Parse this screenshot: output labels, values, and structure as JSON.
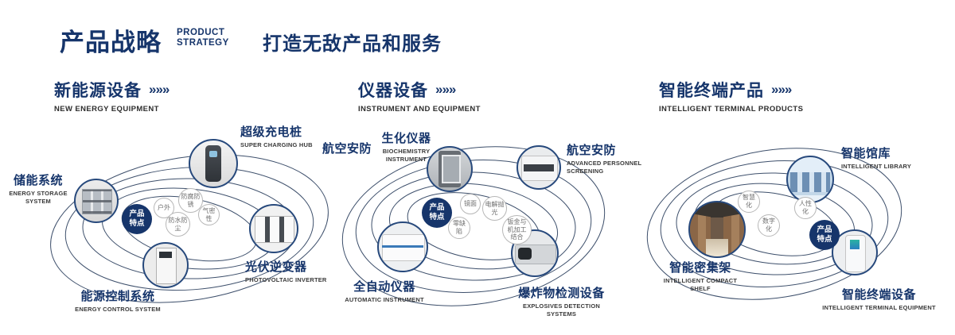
{
  "header": {
    "title": "产品战略",
    "subtitle": [
      "PRODUCT",
      "STRATEGY"
    ],
    "tagline": "打造无敌产品和服务"
  },
  "arrow": "»»»",
  "feature_label": "产品特点",
  "colors": {
    "navy": "#16356b",
    "white": "#ffffff"
  },
  "sections": [
    {
      "title": "新能源设备",
      "subtitle": "NEW ENERGY EQUIPMENT",
      "products": [
        {
          "zh": "储能系统",
          "en": "ENERGY STORAGE SYSTEM"
        },
        {
          "zh": "超级充电桩",
          "en": "SUPER CHARGING HUB"
        },
        {
          "zh": "光伏逆变器",
          "en": "PHOTOVOLTAIC INVERTER"
        },
        {
          "zh": "能源控制系统",
          "en": "ENERGY CONTROL SYSTEM"
        }
      ],
      "features": [
        "户外",
        "防腐防锈",
        "防水防尘",
        "气密性"
      ]
    },
    {
      "title": "仪器设备",
      "subtitle": "INSTRUMENT AND EQUIPMENT",
      "extra_label": "航空安防",
      "products": [
        {
          "zh": "生化仪器",
          "en": "BIOCHEMISTRY INSTRUMENT"
        },
        {
          "zh": "航空安防",
          "en": "ADVANCED PERSONNEL SCREENING"
        },
        {
          "zh": "全自动仪器",
          "en": "AUTOMATIC INSTRUMENT"
        },
        {
          "zh": "爆炸物检测设备",
          "en": "EXPLOSIVES DETECTION SYSTEMS"
        }
      ],
      "features": [
        "镜面",
        "电解抛光",
        "零缺陷",
        "钣金与机加工结合"
      ]
    },
    {
      "title": "智能终端产品",
      "subtitle": "INTELLIGENT TERMINAL PRODUCTS",
      "products": [
        {
          "zh": "智能馆库",
          "en": "INTELLIGENT LIBRARY"
        },
        {
          "zh": "智能密集架",
          "en": "INTELLIGENT COMPACT SHELF"
        },
        {
          "zh": "智能终端设备",
          "en": "INTELLIGENT TERMINAL EQUIPMENT"
        }
      ],
      "features": [
        "智慧化",
        "人性化",
        "数字化"
      ]
    }
  ]
}
